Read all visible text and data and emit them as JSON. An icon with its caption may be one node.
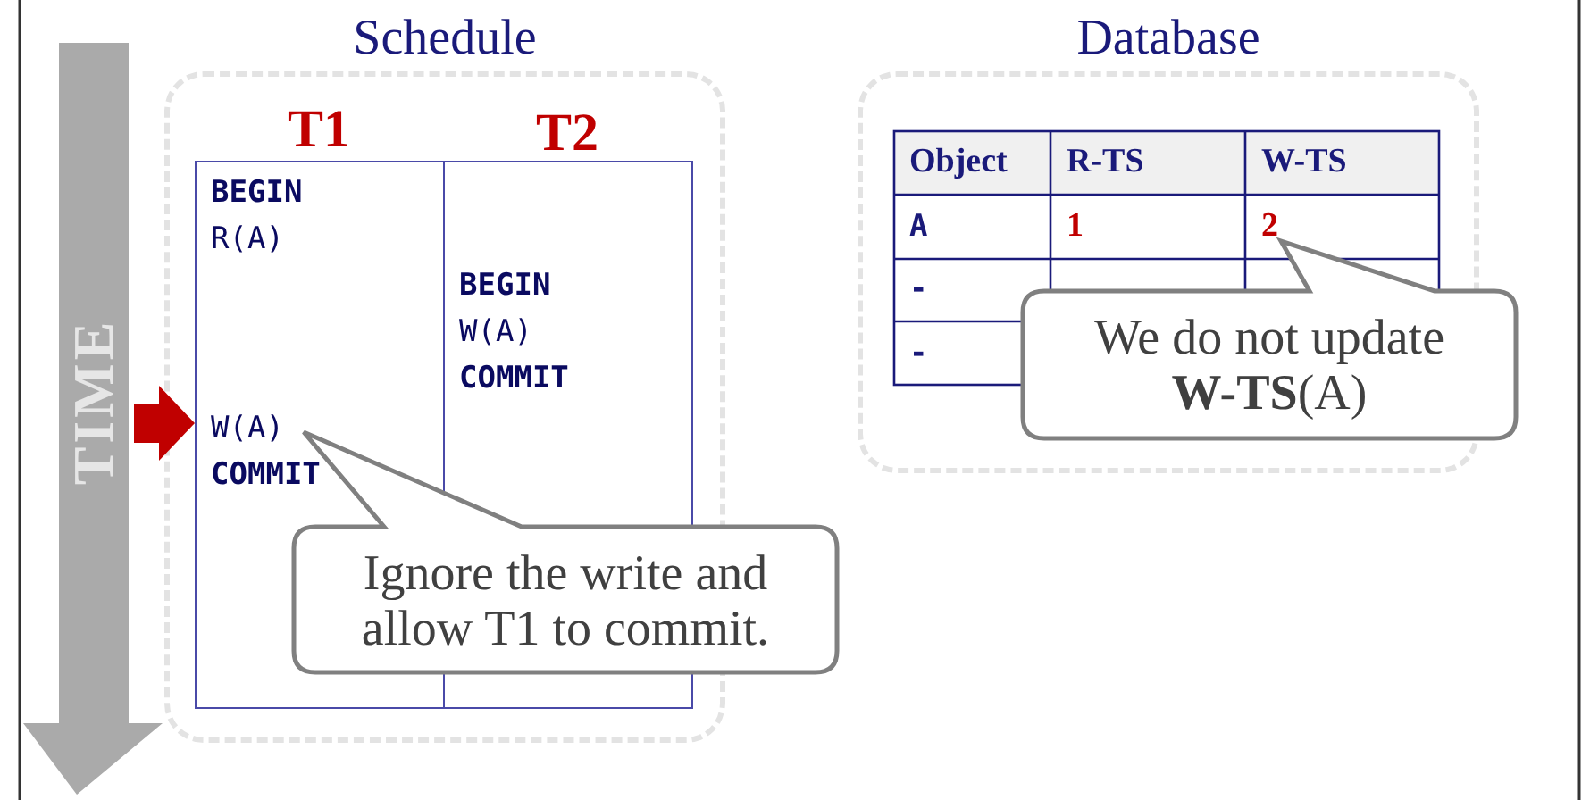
{
  "diagram": {
    "nodes": [
      {
        "text": [
          "Schedule"
        ]
      },
      {
        "text": [
          "T1",
          "BEGIN",
          "R(A)",
          "W(A)",
          "COMMIT"
        ],
        "in": 0
      },
      {
        "text": [
          "T2",
          "BEGIN",
          "W(A)",
          "COMMIT"
        ],
        "in": 0
      },
      {
        "text": [
          "Database"
        ]
      },
      {
        "text": [
          "Ignore the write and allow T1 to commit."
        ]
      },
      {
        "text": [
          "We do not update **W-TS**(A)"
        ]
      }
    ],
    "edges": [
      {
        "from": null,
        "to": 1,
        "arrow": "to"
      }
    ],
    "labels": [
      "TIME",
      "Object",
      "R-TS",
      "W-TS",
      "A",
      "1",
      "2",
      "-",
      "-"
    ]
  }
}
